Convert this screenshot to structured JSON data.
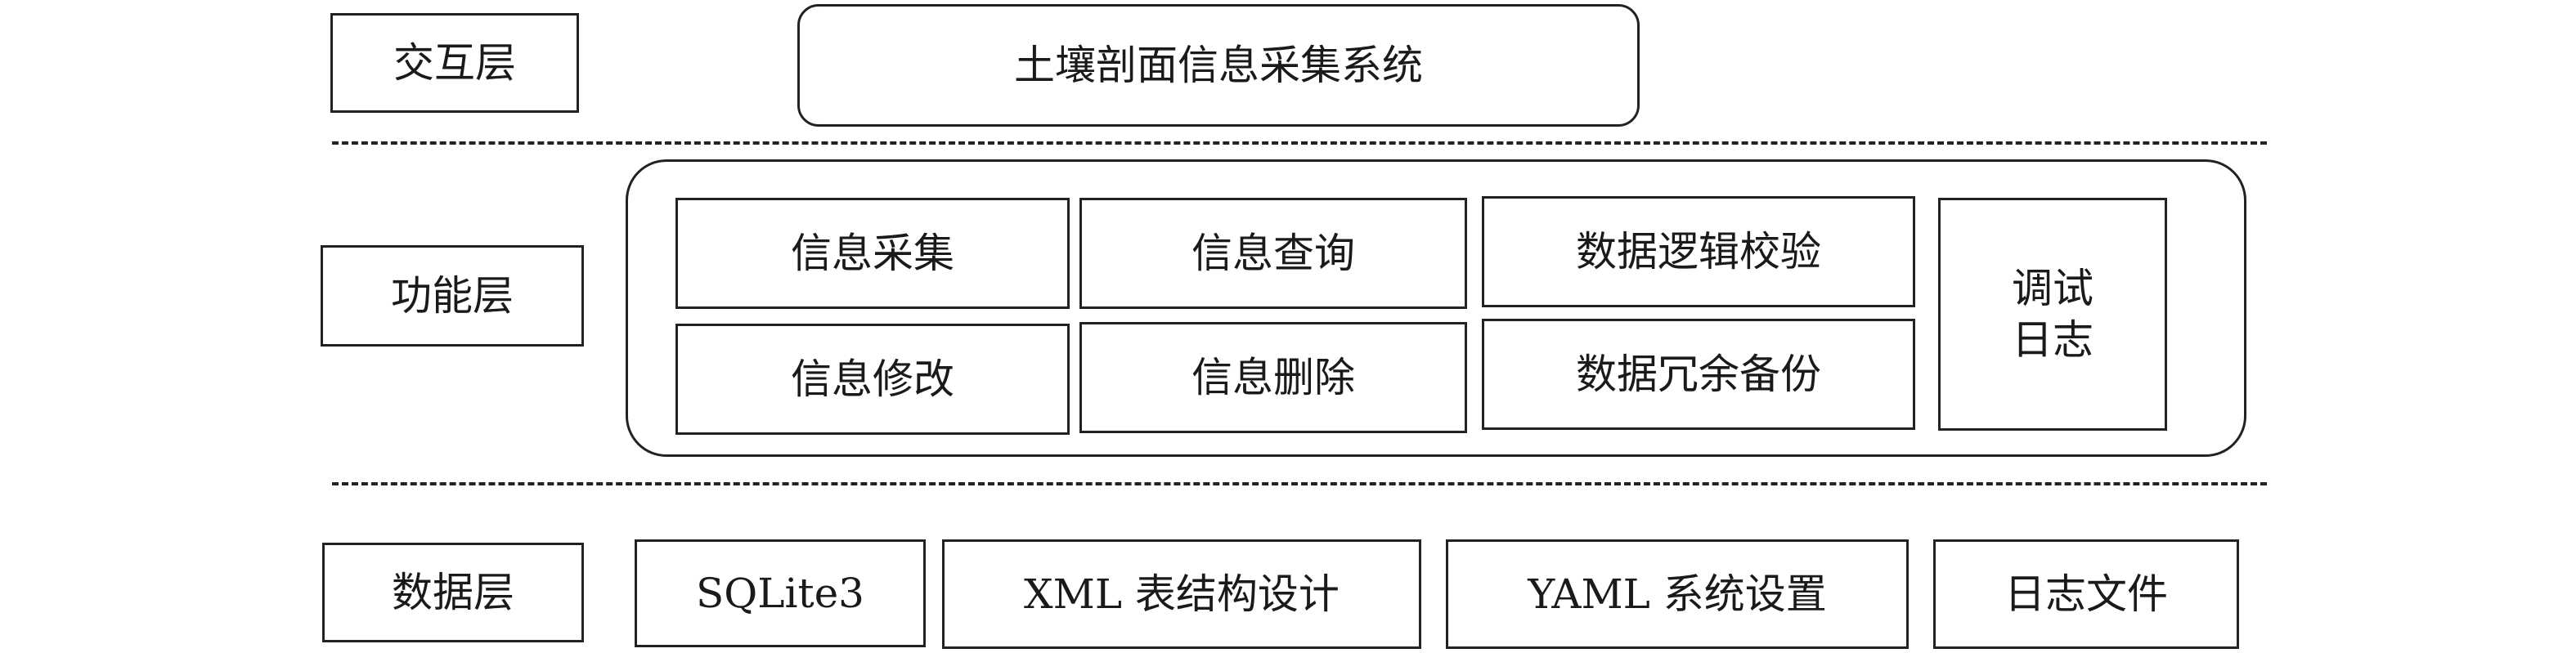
{
  "layers": {
    "interaction": {
      "label": "交互层",
      "system": "土壤剖面信息采集系统"
    },
    "function": {
      "label": "功能层",
      "modules": [
        "信息采集",
        "信息查询",
        "数据逻辑校验",
        "信息修改",
        "信息删除",
        "数据冗余备份"
      ],
      "debug_log": [
        "调试",
        "日志"
      ]
    },
    "data": {
      "label": "数据层",
      "items": [
        "SQLite3",
        "XML 表结构设计",
        "YAML 系统设置",
        "日志文件"
      ]
    }
  }
}
